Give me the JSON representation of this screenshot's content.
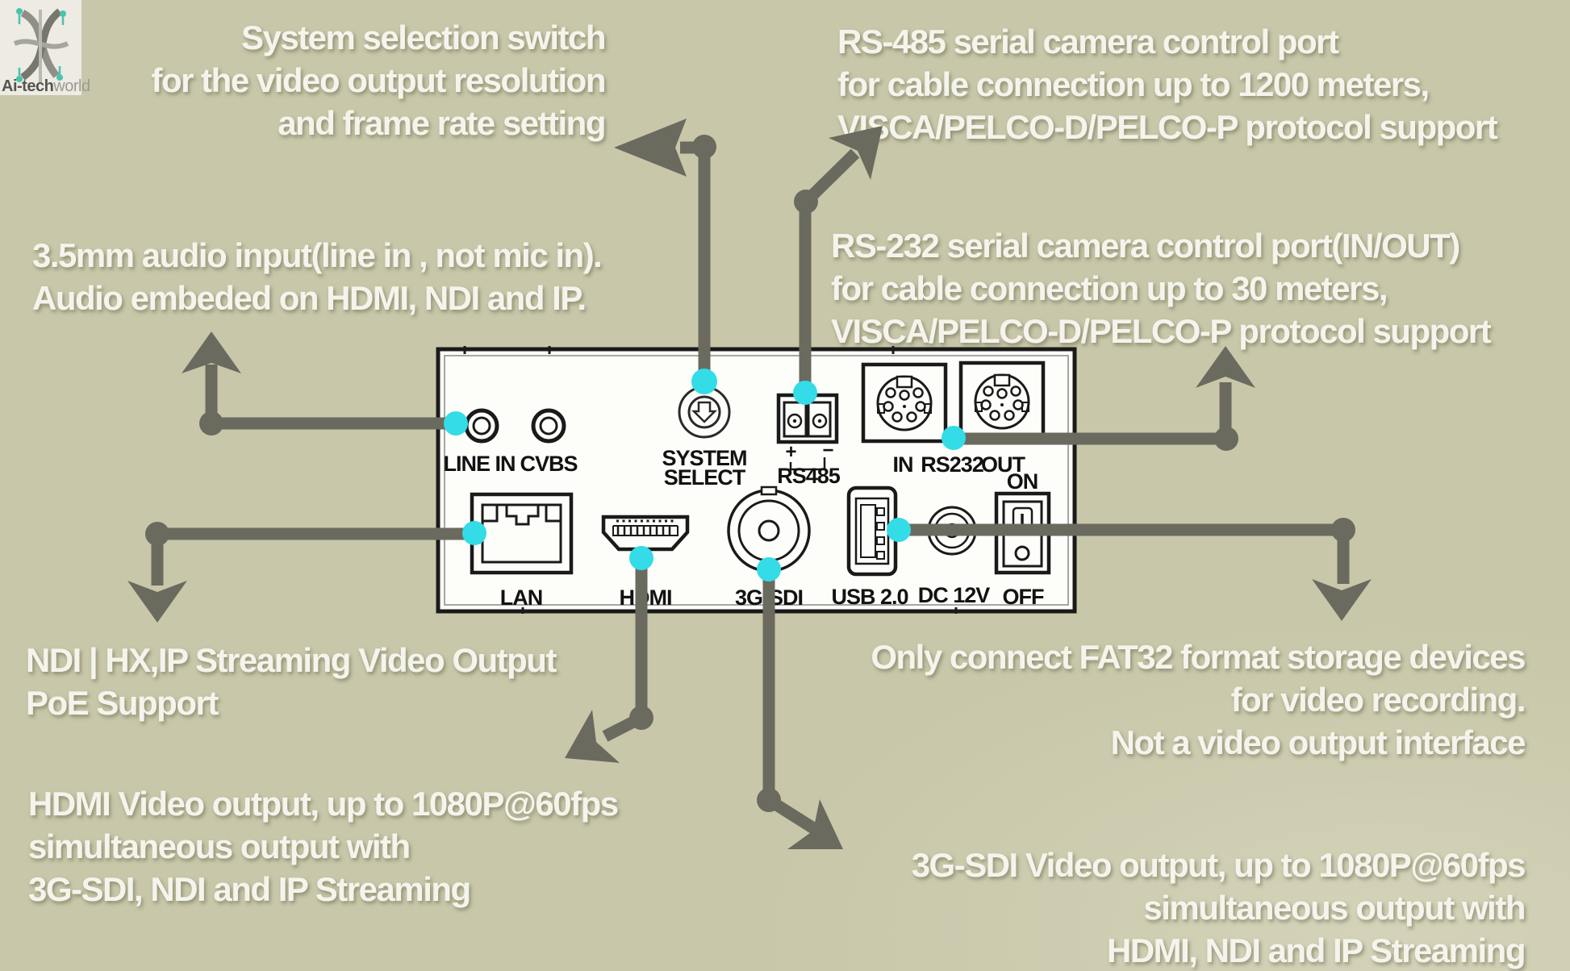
{
  "colors": {
    "background": "#c9c7a9",
    "accent_cyan": "#33dce6",
    "arrow_gray": "#6b6a5f",
    "panel_fill": "#fdfdfa",
    "panel_stroke": "#1a1a1a",
    "heading_text": "#f5f4ec"
  },
  "logo": {
    "brand_bold": "Ai-tech",
    "brand_light": "world"
  },
  "annotations": {
    "system_select": {
      "lines": [
        "System selection switch",
        "for the video output resolution",
        "and frame rate setting"
      ]
    },
    "rs485": {
      "lines": [
        "RS-485 serial camera control port",
        "for cable connection up to 1200 meters,",
        "VISCA/PELCO-D/PELCO-P protocol support"
      ]
    },
    "audio": {
      "lines": [
        "3.5mm audio input(line in , not mic in).",
        "Audio embeded on HDMI, NDI and IP."
      ]
    },
    "rs232": {
      "lines": [
        "RS-232 serial camera control port(IN/OUT)",
        "for cable connection up to 30 meters,",
        "VISCA/PELCO-D/PELCO-P protocol support"
      ]
    },
    "lan": {
      "lines": [
        "NDI | HX,IP Streaming Video Output",
        "PoE Support"
      ]
    },
    "usb": {
      "lines": [
        "Only connect FAT32 format storage devices",
        "for video recording.",
        "Not a video output interface"
      ]
    },
    "hdmi": {
      "lines": [
        "HDMI Video output, up to 1080P@60fps",
        "simultaneous output with",
        "3G-SDI, NDI and IP Streaming"
      ]
    },
    "sdi": {
      "lines": [
        "3G-SDI Video output, up to 1080P@60fps",
        "simultaneous output with",
        "HDMI, NDI and IP Streaming"
      ]
    }
  },
  "panel_labels": {
    "line_in": "LINE IN",
    "cvbs": "CVBS",
    "system_1": "SYSTEM",
    "system_2": "SELECT",
    "rs485": "RS485",
    "plus": "+",
    "minus": "−",
    "din_in": "IN",
    "rs232": "RS232",
    "din_out": "OUT",
    "on": "ON",
    "lan": "LAN",
    "hdmi": "HDMI",
    "sdi": "3G-SDI",
    "usb": "USB 2.0",
    "dc": "DC 12V",
    "off": "OFF"
  }
}
